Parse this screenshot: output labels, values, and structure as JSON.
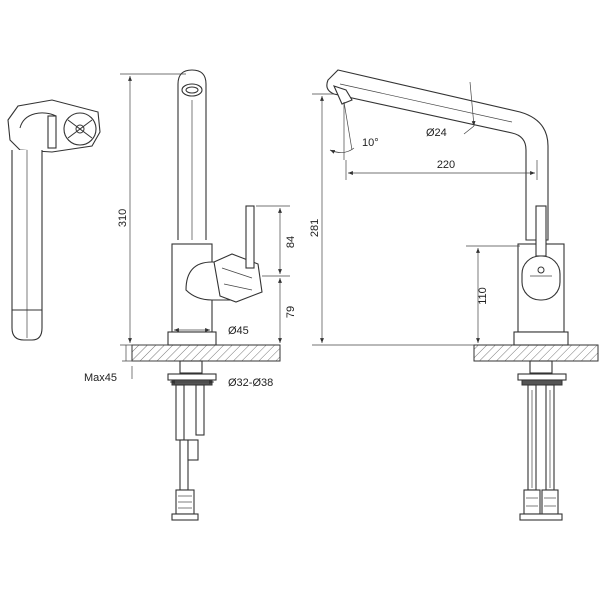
{
  "dimensions": {
    "total_height": "310",
    "lever_height": "84",
    "lever_to_base": "79",
    "body_diameter": "Ø45",
    "max_counter_thickness": "Max45",
    "hole_diameter": "Ø32-Ø38",
    "spout_tilt": "10°",
    "spout_diameter": "Ø24",
    "spout_reach": "220",
    "spout_height": "281",
    "lever_axis_height": "110"
  }
}
